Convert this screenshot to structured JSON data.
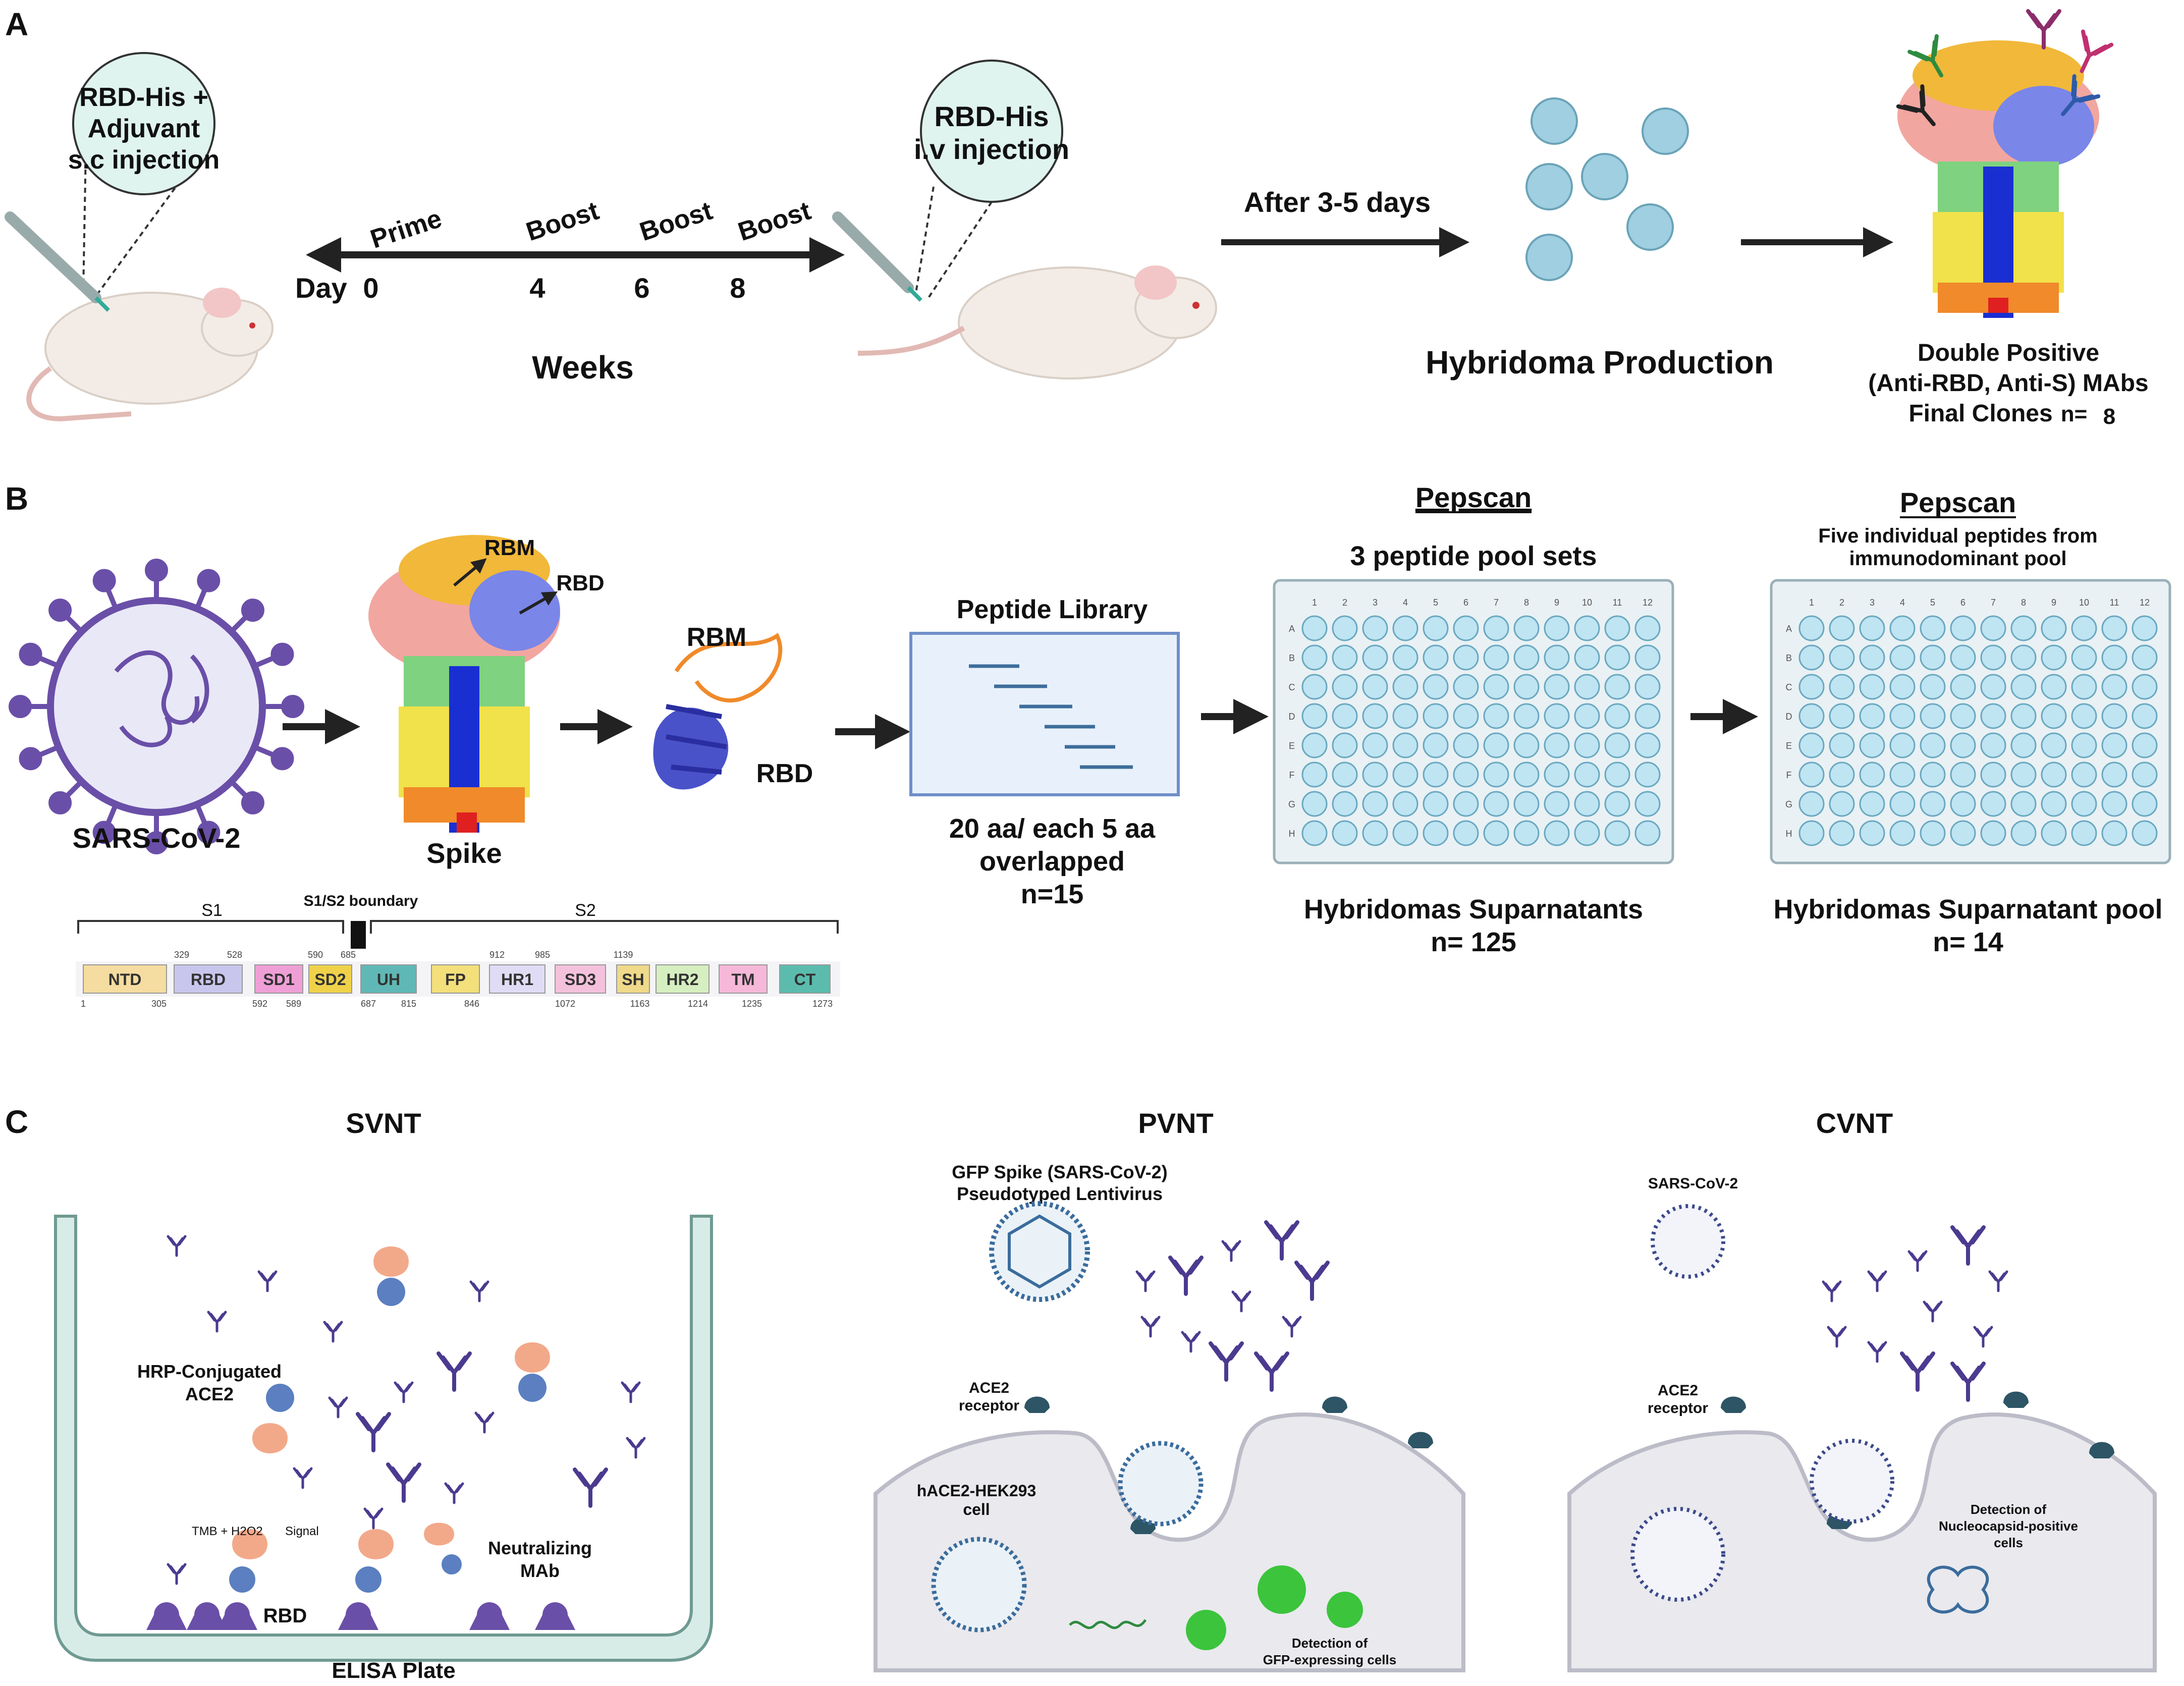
{
  "panels": {
    "A": {
      "letter": "A",
      "bubble_left_lines": [
        "RBD-His +",
        "Adjuvant",
        "s.c injection"
      ],
      "bubble_right_lines": [
        "RBD-His",
        "i.v injection"
      ],
      "timeline": {
        "day_label": "Day",
        "points": [
          {
            "tick": "0",
            "event": "Prime"
          },
          {
            "tick": "4",
            "event": "Boost"
          },
          {
            "tick": "6",
            "event": "Boost"
          },
          {
            "tick": "8",
            "event": "Boost"
          }
        ],
        "unit_label": "Weeks"
      },
      "after_label": "After 3-5 days",
      "hybridoma_label": "Hybridoma Production",
      "result_lines": [
        "Double Positive",
        "(Anti-RBD, Anti-S) MAbs",
        "Final Clones"
      ],
      "clones_n_label": "n=",
      "clones_n_value": "8"
    },
    "B": {
      "letter": "B",
      "virus_label": "SARS-CoV-2",
      "spike_label": "Spike",
      "spike_rbm_label": "RBM",
      "spike_rbd_label": "RBD",
      "ribbon_rbm_label": "RBM",
      "ribbon_rbd_label": "RBD",
      "library": {
        "title": "Peptide Library",
        "caption_lines": [
          "20 aa/ each 5 aa",
          "overlapped",
          "n=15"
        ]
      },
      "pepscan1": {
        "title": "Pepscan",
        "subtitle": "3 peptide pool sets",
        "caption_lines": [
          "Hybridomas Suparnatants",
          "n= 125"
        ]
      },
      "pepscan2": {
        "title": "Pepscan",
        "subtitle_lines": [
          "Five individual peptides from",
          "immunodominant pool"
        ],
        "caption_lines": [
          "Hybridomas Suparnatant pool",
          "n= 14"
        ]
      },
      "plate_cols": [
        "1",
        "2",
        "3",
        "4",
        "5",
        "6",
        "7",
        "8",
        "9",
        "10",
        "11",
        "12"
      ],
      "plate_rows": [
        "A",
        "B",
        "C",
        "D",
        "E",
        "F",
        "G",
        "H"
      ],
      "domain_map": {
        "s1_label": "S1",
        "boundary_label": "S1/S2 boundary",
        "s2_label": "S2",
        "domains": [
          {
            "name": "NTD",
            "color": "#f5dca0"
          },
          {
            "name": "RBD",
            "color": "#c9c6ee"
          },
          {
            "name": "SD1",
            "color": "#ef9fd6"
          },
          {
            "name": "SD2",
            "color": "#efd24a"
          },
          {
            "name": "UH",
            "color": "#5fb8b5"
          },
          {
            "name": "FP",
            "color": "#f3e07a"
          },
          {
            "name": "HR1",
            "color": "#e0dcf5"
          },
          {
            "name": "SD3",
            "color": "#f4c1dc"
          },
          {
            "name": "SH",
            "color": "#efd98a"
          },
          {
            "name": "HR2",
            "color": "#d6efc0"
          },
          {
            "name": "TM",
            "color": "#f6b8d8"
          },
          {
            "name": "CT",
            "color": "#5bbcae"
          }
        ],
        "numbers_top": [
          "329",
          "528",
          "590",
          "685",
          "912",
          "985",
          "1139"
        ],
        "numbers_bottom": [
          "1",
          "305",
          "592",
          "589",
          "687",
          "815",
          "846",
          "1072",
          "1163",
          "1214",
          "1235",
          "1273"
        ]
      }
    },
    "C": {
      "letter": "C",
      "svnt": {
        "title": "SVNT",
        "hrp_lines": [
          "HRP-Conjugated",
          "ACE2"
        ],
        "tmb_label": "TMB + H2O2",
        "signal_label": "Signal",
        "rbd_label": "RBD",
        "neutralizing_lines": [
          "Neutralizing",
          "MAb"
        ],
        "plate_label": "ELISA Plate"
      },
      "pvnt": {
        "title": "PVNT",
        "virus_lines": [
          "GFP Spike (SARS-CoV-2)",
          "Pseudotyped Lentivirus"
        ],
        "receptor_lines": [
          "ACE2",
          "receptor"
        ],
        "cell_lines": [
          "hACE2-HEK293",
          "cell"
        ],
        "detection_lines": [
          "Detection of",
          "GFP-expressing cells"
        ]
      },
      "cvnt": {
        "title": "CVNT",
        "virus_label": "SARS-CoV-2",
        "receptor_lines": [
          "ACE2",
          "receptor"
        ],
        "detection_lines": [
          "Detection of",
          "Nucleocapsid-positive",
          "cells"
        ]
      }
    }
  },
  "colors": {
    "text": "#1a1a1a",
    "arrow": "#222222",
    "bubble_fill": "#dff3ef",
    "mouse": "#f3ece6",
    "mouse_ear": "#f2c6c6",
    "hybridoma": "#9fcfe0",
    "well": "#bfe4f2",
    "plate": "#e9f1f4",
    "library_fill": "#e8f1fb",
    "library_border": "#6f8fc8",
    "peptide_line": "#3d6d9a",
    "virus_purple": "#6a4fa8",
    "antibody": "#4b3a8f",
    "ace2_orange": "#f2a98a",
    "receptor_teal": "#2d5566",
    "elisa_well": "#d8ece7",
    "elisa_stroke": "#6f9a92",
    "cell_fill": "#e9e9ee",
    "gfp_green": "#3cc43c",
    "lenti_blue": "#3b6c9c"
  }
}
